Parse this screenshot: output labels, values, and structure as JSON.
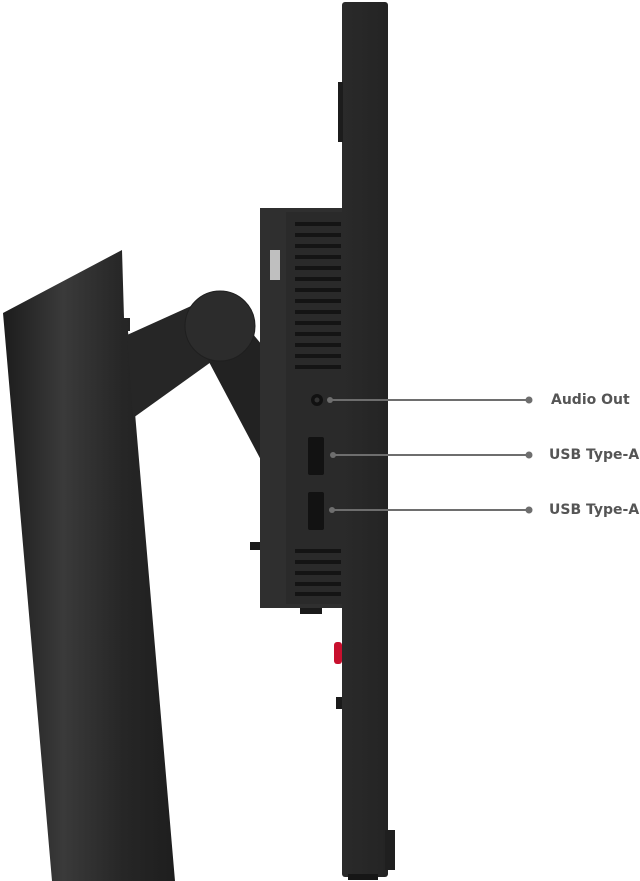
{
  "product": {
    "description": "Monitor side view with port callouts",
    "colors": {
      "body": "#2b2b2b",
      "body_light": "#3a3a3a",
      "vent": "#161616",
      "callout_line": "#6e6e6e",
      "label_text": "#555555",
      "accent_button": "#c8102e"
    }
  },
  "callouts": [
    {
      "label": "Audio Out",
      "icon": "headphone-jack-icon"
    },
    {
      "label": "USB Type-A",
      "icon": "usb-a-port-icon"
    },
    {
      "label": "USB Type-A",
      "icon": "usb-a-port-icon"
    }
  ]
}
